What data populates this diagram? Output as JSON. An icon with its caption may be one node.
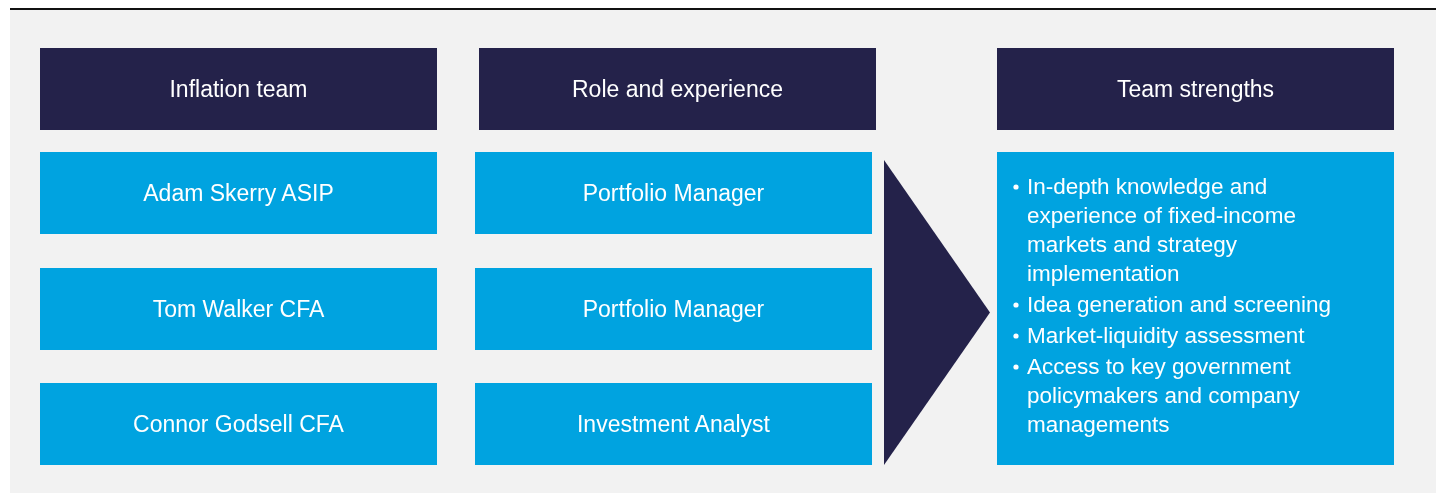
{
  "diagram": {
    "nodes": [
      {
        "text": [
          "Inflation team"
        ]
      },
      {
        "text": [
          "Role and experience"
        ]
      },
      {
        "text": [
          "Team strengths"
        ]
      },
      {
        "text": [
          "Adam Skerry ASIP"
        ]
      },
      {
        "text": [
          "Portfolio Manager"
        ]
      },
      {
        "text": [
          "Tom Walker CFA"
        ]
      },
      {
        "text": [
          "Portfolio Manager"
        ]
      },
      {
        "text": [
          "Connor Godsell CFA"
        ]
      },
      {
        "text": [
          "Investment Analyst"
        ]
      },
      {
        "text": [
          "In-depth knowledge and experience of fixed-income markets and strategy implementation",
          "Idea generation and screening",
          "Market-liquidity assessment",
          "Access to key government policymakers and company managements"
        ]
      }
    ],
    "edges": [
      {
        "from": 4,
        "to": 9,
        "arrow": "to"
      },
      {
        "from": 6,
        "to": 9,
        "arrow": "to"
      },
      {
        "from": 8,
        "to": 9,
        "arrow": "to"
      }
    ]
  }
}
